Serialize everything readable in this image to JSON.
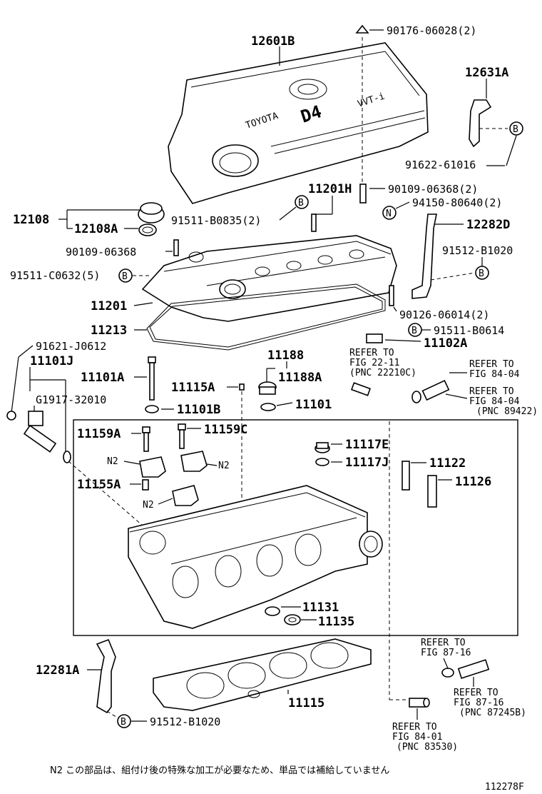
{
  "labels": {
    "p12601B": "12601B",
    "p90176": "90176-06028(2)",
    "p12631A": "12631A",
    "p91622": "91622-61016",
    "p11201H": "11201H",
    "p90109a": "90109-06368(2)",
    "p94150": "94150-80640(2)",
    "p12108": "12108",
    "p12108A": "12108A",
    "p91511b": "91511-B0835(2)",
    "p12282D": "12282D",
    "p90109b": "90109-06368",
    "p91512a": "91512-B1020",
    "p91511c": "91511-C0632(5)",
    "p11201": "11201",
    "p90126": "90126-06014(2)",
    "p11213": "11213",
    "p91511d": "91511-B0614",
    "p11102A": "11102A",
    "p91621": "91621-J0612",
    "p11101J": "11101J",
    "p11188": "11188",
    "p11188A": "11188A",
    "p11101A": "11101A",
    "p11115A": "11115A",
    "pG1917": "G1917-32010",
    "p11101B": "11101B",
    "p11101": "11101",
    "p11159A": "11159A",
    "p11159C": "11159C",
    "p11117E": "11117E",
    "p11117J": "11117J",
    "p11122": "11122",
    "p11126": "11126",
    "p11155A": "11155A",
    "n2a": "N2",
    "n2b": "N2",
    "n2c": "N2",
    "p11131": "11131",
    "p11135": "11135",
    "p12281A": "12281A",
    "p11115": "11115",
    "p91512b": "91512-B1020"
  },
  "refs": {
    "r1a": "REFER TO",
    "r1b": "FIG 22-11",
    "r1c": "(PNC 22210C)",
    "r2a": "REFER TO",
    "r2b": "FIG 84-04",
    "r3a": "REFER TO",
    "r3b": "FIG 84-04",
    "r3c": "(PNC 89422)",
    "r4a": "REFER TO",
    "r4b": "FIG 87-16",
    "r5a": "REFER TO",
    "r5b": "FIG 87-16",
    "r5c": "(PNC 87245B)",
    "r6a": "REFER TO",
    "r6b": "FIG 84-01",
    "r6c": "(PNC 83530)"
  },
  "markers": {
    "b": "B",
    "n": "N"
  },
  "cover_text": {
    "brand": "TOYOTA",
    "model": "D4",
    "vvti": "VVT-i"
  },
  "footer": {
    "note": "N2 この部品は、組付け後の特殊な加工が必要なため、単品では補給していません",
    "code": "112278F"
  }
}
